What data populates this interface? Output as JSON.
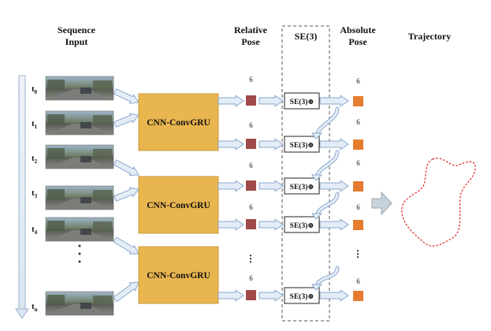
{
  "headers": {
    "sequence_input": [
      "Sequence",
      "Input"
    ],
    "relative_pose": [
      "Relative",
      "Pose"
    ],
    "se3": "SE(3)",
    "absolute_pose": [
      "Absolute",
      "Pose"
    ],
    "trajectory": "Trajectory"
  },
  "time_labels": [
    {
      "base": "t",
      "sub": "0"
    },
    {
      "base": "t",
      "sub": "1"
    },
    {
      "base": "t",
      "sub": "2"
    },
    {
      "base": "t",
      "sub": "3"
    },
    {
      "base": "t",
      "sub": "4"
    },
    {
      "base": "t",
      "sub": "n"
    }
  ],
  "cnn_label": "CNN-ConvGRU",
  "se_label": "SE(3)⊕",
  "dim_label": "6",
  "ellipsis": "⋮",
  "colors": {
    "cnn_block": "#E8B54F",
    "relative_pose": "#A04A4A",
    "absolute_pose": "#E57C2F",
    "trajectory": "#E02020",
    "arrow_fill": "#E4EDF7",
    "arrow_stroke": "#8AA8CC",
    "big_arrow": "#C8D2DA"
  }
}
